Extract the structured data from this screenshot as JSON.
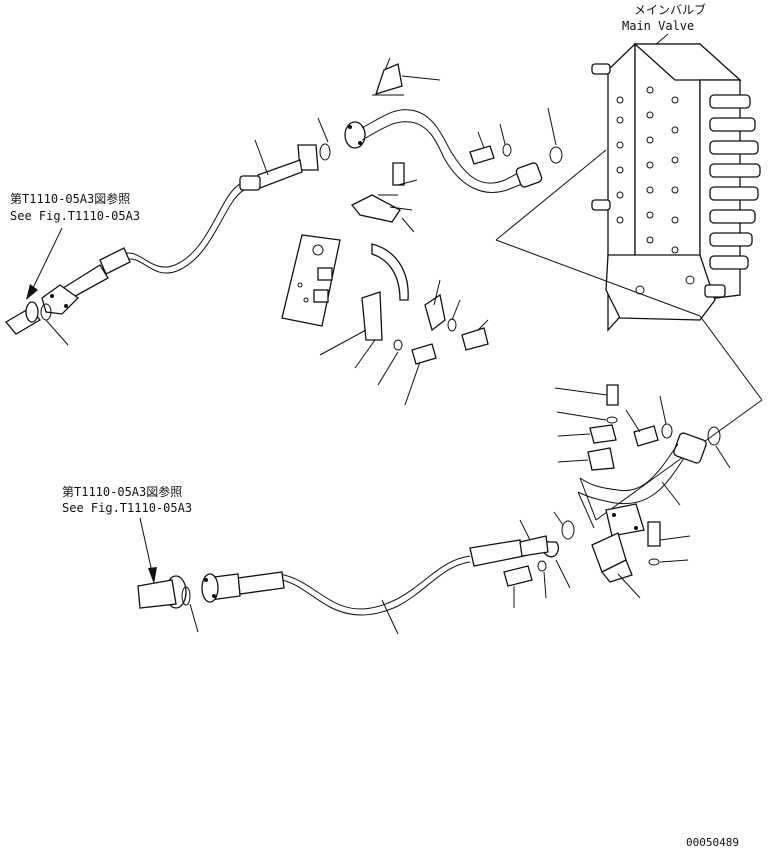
{
  "labels": {
    "main_valve_jp": "メインバルブ",
    "main_valve_en": "Main Valve",
    "ref_top_jp": "第T1110-05A3図参照",
    "ref_top_en": "See Fig.T1110-05A3",
    "ref_bottom_jp": "第T1110-05A3図参照",
    "ref_bottom_en": "See Fig.T1110-05A3",
    "drawing_number": "00050489"
  }
}
